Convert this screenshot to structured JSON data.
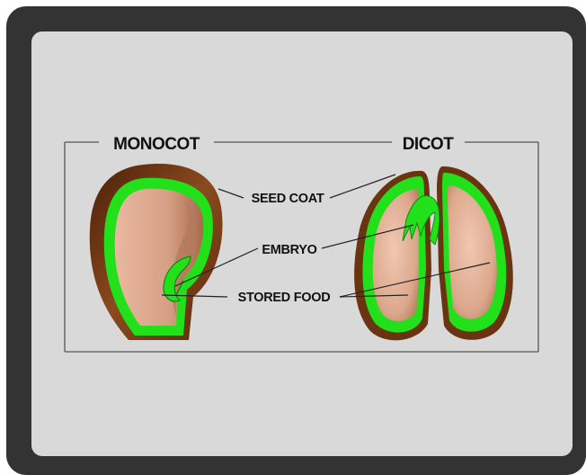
{
  "diagram": {
    "titles": {
      "monocot": "MONOCOT",
      "dicot": "DICOT"
    },
    "labels": {
      "seed_coat": "SEED COAT",
      "embryo": "EMBRYO",
      "stored_food": "STORED FOOD"
    },
    "colors": {
      "frame": "#333333",
      "panel": "#d9d9d9",
      "seed_coat": "#6b3410",
      "embryo_layer": "#22e01a",
      "stored_food": "#e6b49c"
    }
  }
}
